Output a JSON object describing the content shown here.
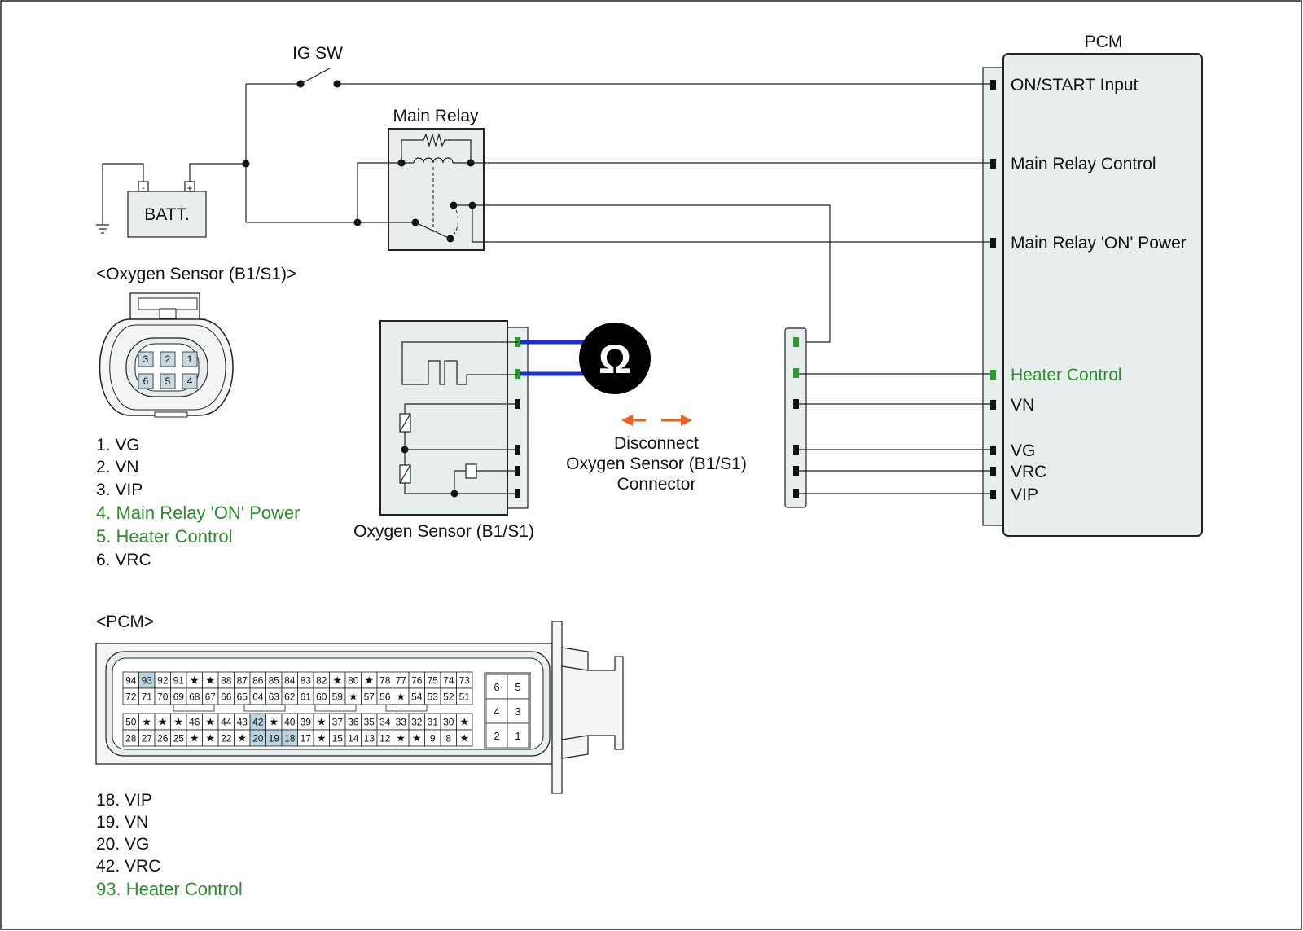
{
  "title_pcm": "PCM",
  "ig_sw": "IG SW",
  "main_relay": "Main Relay",
  "battery": "BATT.",
  "batt_minus": "-",
  "batt_plus": "+",
  "pcm_pins": {
    "on_start": "ON/START Input",
    "main_relay_control": "Main Relay Control",
    "main_relay_on_power": "Main Relay 'ON' Power",
    "heater_control": "Heater Control",
    "vn": "VN",
    "vg": "VG",
    "vrc": "VRC",
    "vip": "VIP"
  },
  "oxygen_connector_title": "<Oxygen Sensor (B1/S1)>",
  "oxygen_sensor_label": "Oxygen Sensor (B1/S1)",
  "ohm_symbol": "Ω",
  "instruction": {
    "line1": "Disconnect",
    "line2": "Oxygen Sensor (B1/S1)",
    "line3": "Connector"
  },
  "oxygen_pin_list": [
    {
      "text": "1. VG",
      "highlight": false
    },
    {
      "text": "2. VN",
      "highlight": false
    },
    {
      "text": "3. VIP",
      "highlight": false
    },
    {
      "text": "4. Main Relay 'ON' Power",
      "highlight": true
    },
    {
      "text": "5. Heater Control",
      "highlight": true
    },
    {
      "text": "6. VRC",
      "highlight": false
    }
  ],
  "o2_connector_pins": [
    "3",
    "2",
    "1",
    "6",
    "5",
    "4"
  ],
  "pcm_connector_title": "<PCM>",
  "pcm_connector": {
    "row1": [
      "94",
      "93",
      "92",
      "91",
      "★",
      "★",
      "88",
      "87",
      "86",
      "85",
      "84",
      "83",
      "82",
      "★",
      "80",
      "★",
      "78",
      "77",
      "76",
      "75",
      "74",
      "73"
    ],
    "row2": [
      "72",
      "71",
      "70",
      "69",
      "68",
      "67",
      "66",
      "65",
      "64",
      "63",
      "62",
      "61",
      "60",
      "59",
      "★",
      "57",
      "56",
      "★",
      "54",
      "53",
      "52",
      "51"
    ],
    "row3": [
      "50",
      "★",
      "★",
      "★",
      "46",
      "★",
      "44",
      "43",
      "42",
      "★",
      "40",
      "39",
      "★",
      "37",
      "36",
      "35",
      "34",
      "33",
      "32",
      "31",
      "30",
      "★"
    ],
    "row4": [
      "28",
      "27",
      "26",
      "25",
      "★",
      "★",
      "22",
      "★",
      "20",
      "19",
      "18",
      "17",
      "★",
      "15",
      "14",
      "13",
      "12",
      "★",
      "★",
      "9",
      "8",
      "★"
    ],
    "small_block": [
      "6",
      "5",
      "4",
      "3",
      "2",
      "1"
    ],
    "highlighted": [
      "93",
      "42",
      "20",
      "19",
      "18"
    ]
  },
  "pcm_pin_list": [
    {
      "text": "18. VIP",
      "highlight": false
    },
    {
      "text": "19. VN",
      "highlight": false
    },
    {
      "text": "20. VG",
      "highlight": false
    },
    {
      "text": "42. VRC",
      "highlight": false
    },
    {
      "text": "93. Heater Control",
      "highlight": true
    }
  ],
  "colors": {
    "green_text": "#2e8b2e",
    "probe_blue": "#1a2fd8",
    "arrow_orange": "#e8641e",
    "pin_highlight": "#b8d4e0",
    "panel_fill": "#e8eeee"
  }
}
